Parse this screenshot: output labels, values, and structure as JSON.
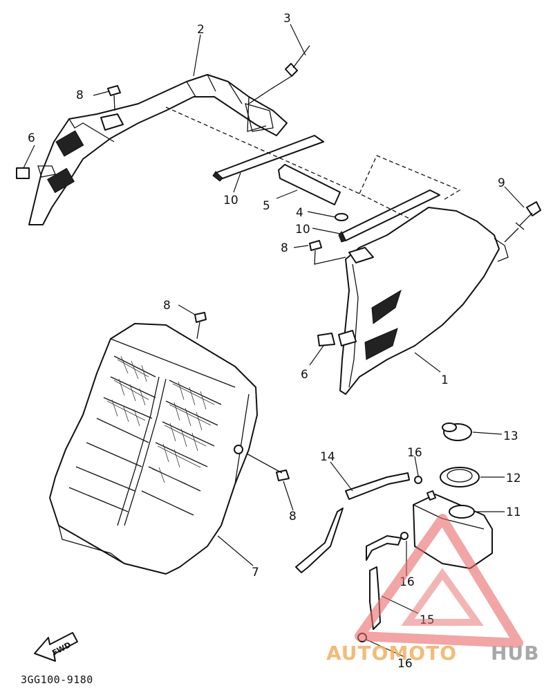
{
  "diagram": {
    "callouts": [
      {
        "id": "c2",
        "label": "2"
      },
      {
        "id": "c3",
        "label": "3"
      },
      {
        "id": "c8a",
        "label": "8"
      },
      {
        "id": "c6a",
        "label": "6"
      },
      {
        "id": "c10a",
        "label": "10"
      },
      {
        "id": "c5",
        "label": "5"
      },
      {
        "id": "c4",
        "label": "4"
      },
      {
        "id": "c10b",
        "label": "10"
      },
      {
        "id": "c8b",
        "label": "8"
      },
      {
        "id": "c9",
        "label": "9"
      },
      {
        "id": "c8c",
        "label": "8"
      },
      {
        "id": "c6b",
        "label": "6"
      },
      {
        "id": "c1",
        "label": "1"
      },
      {
        "id": "c13",
        "label": "13"
      },
      {
        "id": "c12",
        "label": "12"
      },
      {
        "id": "c11",
        "label": "11"
      },
      {
        "id": "c14",
        "label": "14"
      },
      {
        "id": "c16a",
        "label": "16"
      },
      {
        "id": "c8d",
        "label": "8"
      },
      {
        "id": "c7",
        "label": "7"
      },
      {
        "id": "c16b",
        "label": "16"
      },
      {
        "id": "c15",
        "label": "15"
      },
      {
        "id": "c16c",
        "label": "16"
      }
    ],
    "fwd_label": "FWD",
    "diagram_code": "3GG100-9180"
  },
  "watermark": {
    "left_text": "AUTOMOTO",
    "right_text": "HUB",
    "accent_color": "#e86a6a",
    "orange_color": "#f2b060",
    "gray_color": "#9a9a9a"
  }
}
